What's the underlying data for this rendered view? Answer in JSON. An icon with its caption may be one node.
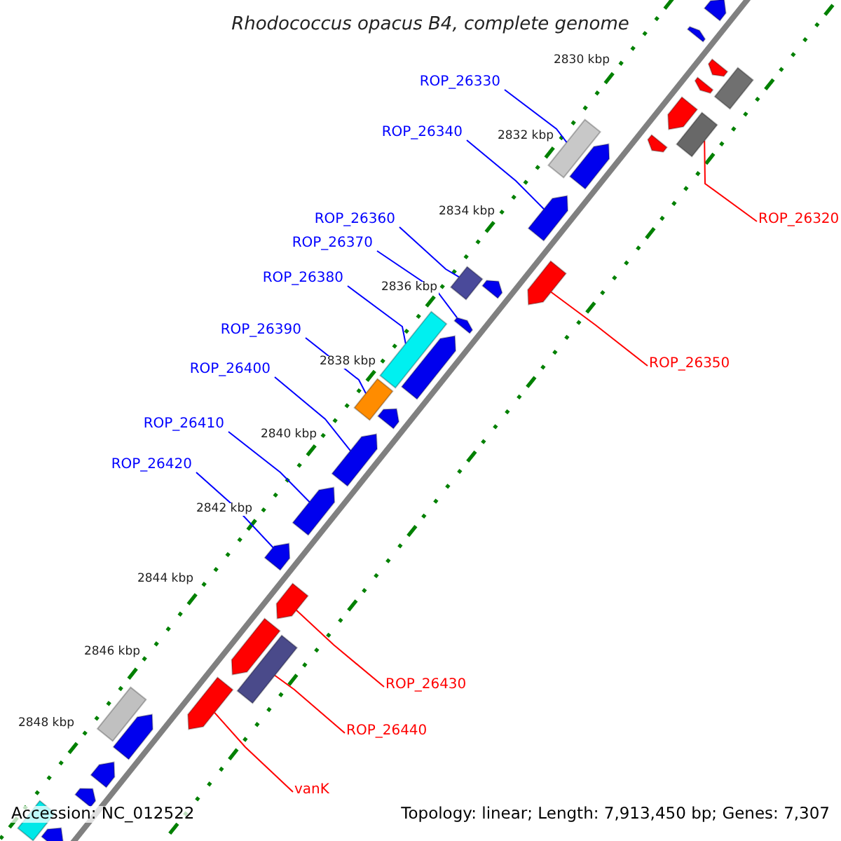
{
  "diagram": {
    "title": "Rhodococcus opacus B4, complete genome",
    "nodes": [
      {
        "text": [
          "ROP_26330"
        ]
      },
      {
        "text": [
          "ROP_26340"
        ]
      },
      {
        "text": [
          "ROP_26320"
        ]
      },
      {
        "text": [
          "ROP_26360"
        ]
      },
      {
        "text": [
          "ROP_26370"
        ]
      },
      {
        "text": [
          "ROP_26380"
        ]
      },
      {
        "text": [
          "ROP_26390"
        ]
      },
      {
        "text": [
          "ROP_26350"
        ]
      },
      {
        "text": [
          "ROP_26400"
        ]
      },
      {
        "text": [
          "ROP_26410"
        ]
      },
      {
        "text": [
          "ROP_26420"
        ]
      },
      {
        "text": [
          "ROP_26430"
        ]
      },
      {
        "text": [
          "ROP_26440"
        ]
      },
      {
        "text": [
          "vanK"
        ]
      },
      {
        "text": [],
        "shape": "pentagon"
      },
      {
        "text": [],
        "shape": "pentagon"
      },
      {
        "text": [],
        "shape": "pentagon"
      },
      {
        "text": [],
        "shape": "box"
      },
      {
        "text": [],
        "shape": "pentagon"
      },
      {
        "text": [],
        "shape": "pentagon"
      },
      {
        "text": [],
        "shape": "box"
      },
      {
        "text": [],
        "shape": "box"
      },
      {
        "text": [],
        "shape": "pentagon"
      },
      {
        "text": [],
        "shape": "pentagon"
      },
      {
        "text": [],
        "shape": "pentagon"
      },
      {
        "text": [],
        "shape": "pentagon"
      },
      {
        "text": [],
        "shape": "box"
      },
      {
        "text": [],
        "shape": "pentagon"
      },
      {
        "text": [],
        "shape": "box"
      },
      {
        "text": [],
        "shape": "pentagon"
      },
      {
        "text": [],
        "shape": "pentagon"
      },
      {
        "text": [],
        "shape": "box"
      },
      {
        "text": [],
        "shape": "pentagon"
      },
      {
        "text": [],
        "shape": "pentagon"
      },
      {
        "text": [],
        "shape": "pentagon"
      },
      {
        "text": [],
        "shape": "pentagon"
      },
      {
        "text": [],
        "shape": "pentagon"
      },
      {
        "text": [],
        "shape": "pentagon"
      },
      {
        "text": [],
        "shape": "box"
      },
      {
        "text": [],
        "shape": "pentagon"
      },
      {
        "text": [],
        "shape": "box"
      },
      {
        "text": [],
        "shape": "pentagon"
      },
      {
        "text": [],
        "shape": "pentagon"
      },
      {
        "text": [],
        "shape": "pentagon"
      },
      {
        "text": [],
        "shape": "box"
      },
      {
        "text": [],
        "shape": "pentagon"
      }
    ],
    "edges": [
      {
        "from": 0,
        "to": 21,
        "arrow": "none",
        "color": "#0000ff"
      },
      {
        "from": 1,
        "to": 24,
        "arrow": "none",
        "color": "#0000ff"
      },
      {
        "from": 2,
        "to": 20,
        "arrow": "none",
        "color": "#ff0000"
      },
      {
        "from": 3,
        "to": 26,
        "arrow": "none",
        "color": "#0000ff"
      },
      {
        "from": 4,
        "to": 29,
        "arrow": "none",
        "color": "#0000ff"
      },
      {
        "from": 5,
        "to": 28,
        "arrow": "none",
        "color": "#0000ff"
      },
      {
        "from": 6,
        "to": 31,
        "arrow": "none",
        "color": "#0000ff"
      },
      {
        "from": 7,
        "to": 25,
        "arrow": "none",
        "color": "#ff0000"
      },
      {
        "from": 8,
        "to": 33,
        "arrow": "none",
        "color": "#0000ff"
      },
      {
        "from": 9,
        "to": 34,
        "arrow": "none",
        "color": "#0000ff"
      },
      {
        "from": 10,
        "to": 35,
        "arrow": "none",
        "color": "#0000ff"
      },
      {
        "from": 11,
        "to": 36,
        "arrow": "none",
        "color": "#ff0000"
      },
      {
        "from": 12,
        "to": 38,
        "arrow": "none",
        "color": "#ff0000"
      },
      {
        "from": 13,
        "to": 39,
        "arrow": "none",
        "color": "#ff0000"
      }
    ],
    "labels": [
      "2830 kbp",
      "2832 kbp",
      "2834 kbp",
      "2836 kbp",
      "2838 kbp",
      "2840 kbp",
      "2842 kbp",
      "2844 kbp",
      "2846 kbp",
      "2848 kbp",
      "Accession: NC_012522",
      "Topology: linear; Length: 7,913,450 bp; Genes: 7,307"
    ]
  }
}
